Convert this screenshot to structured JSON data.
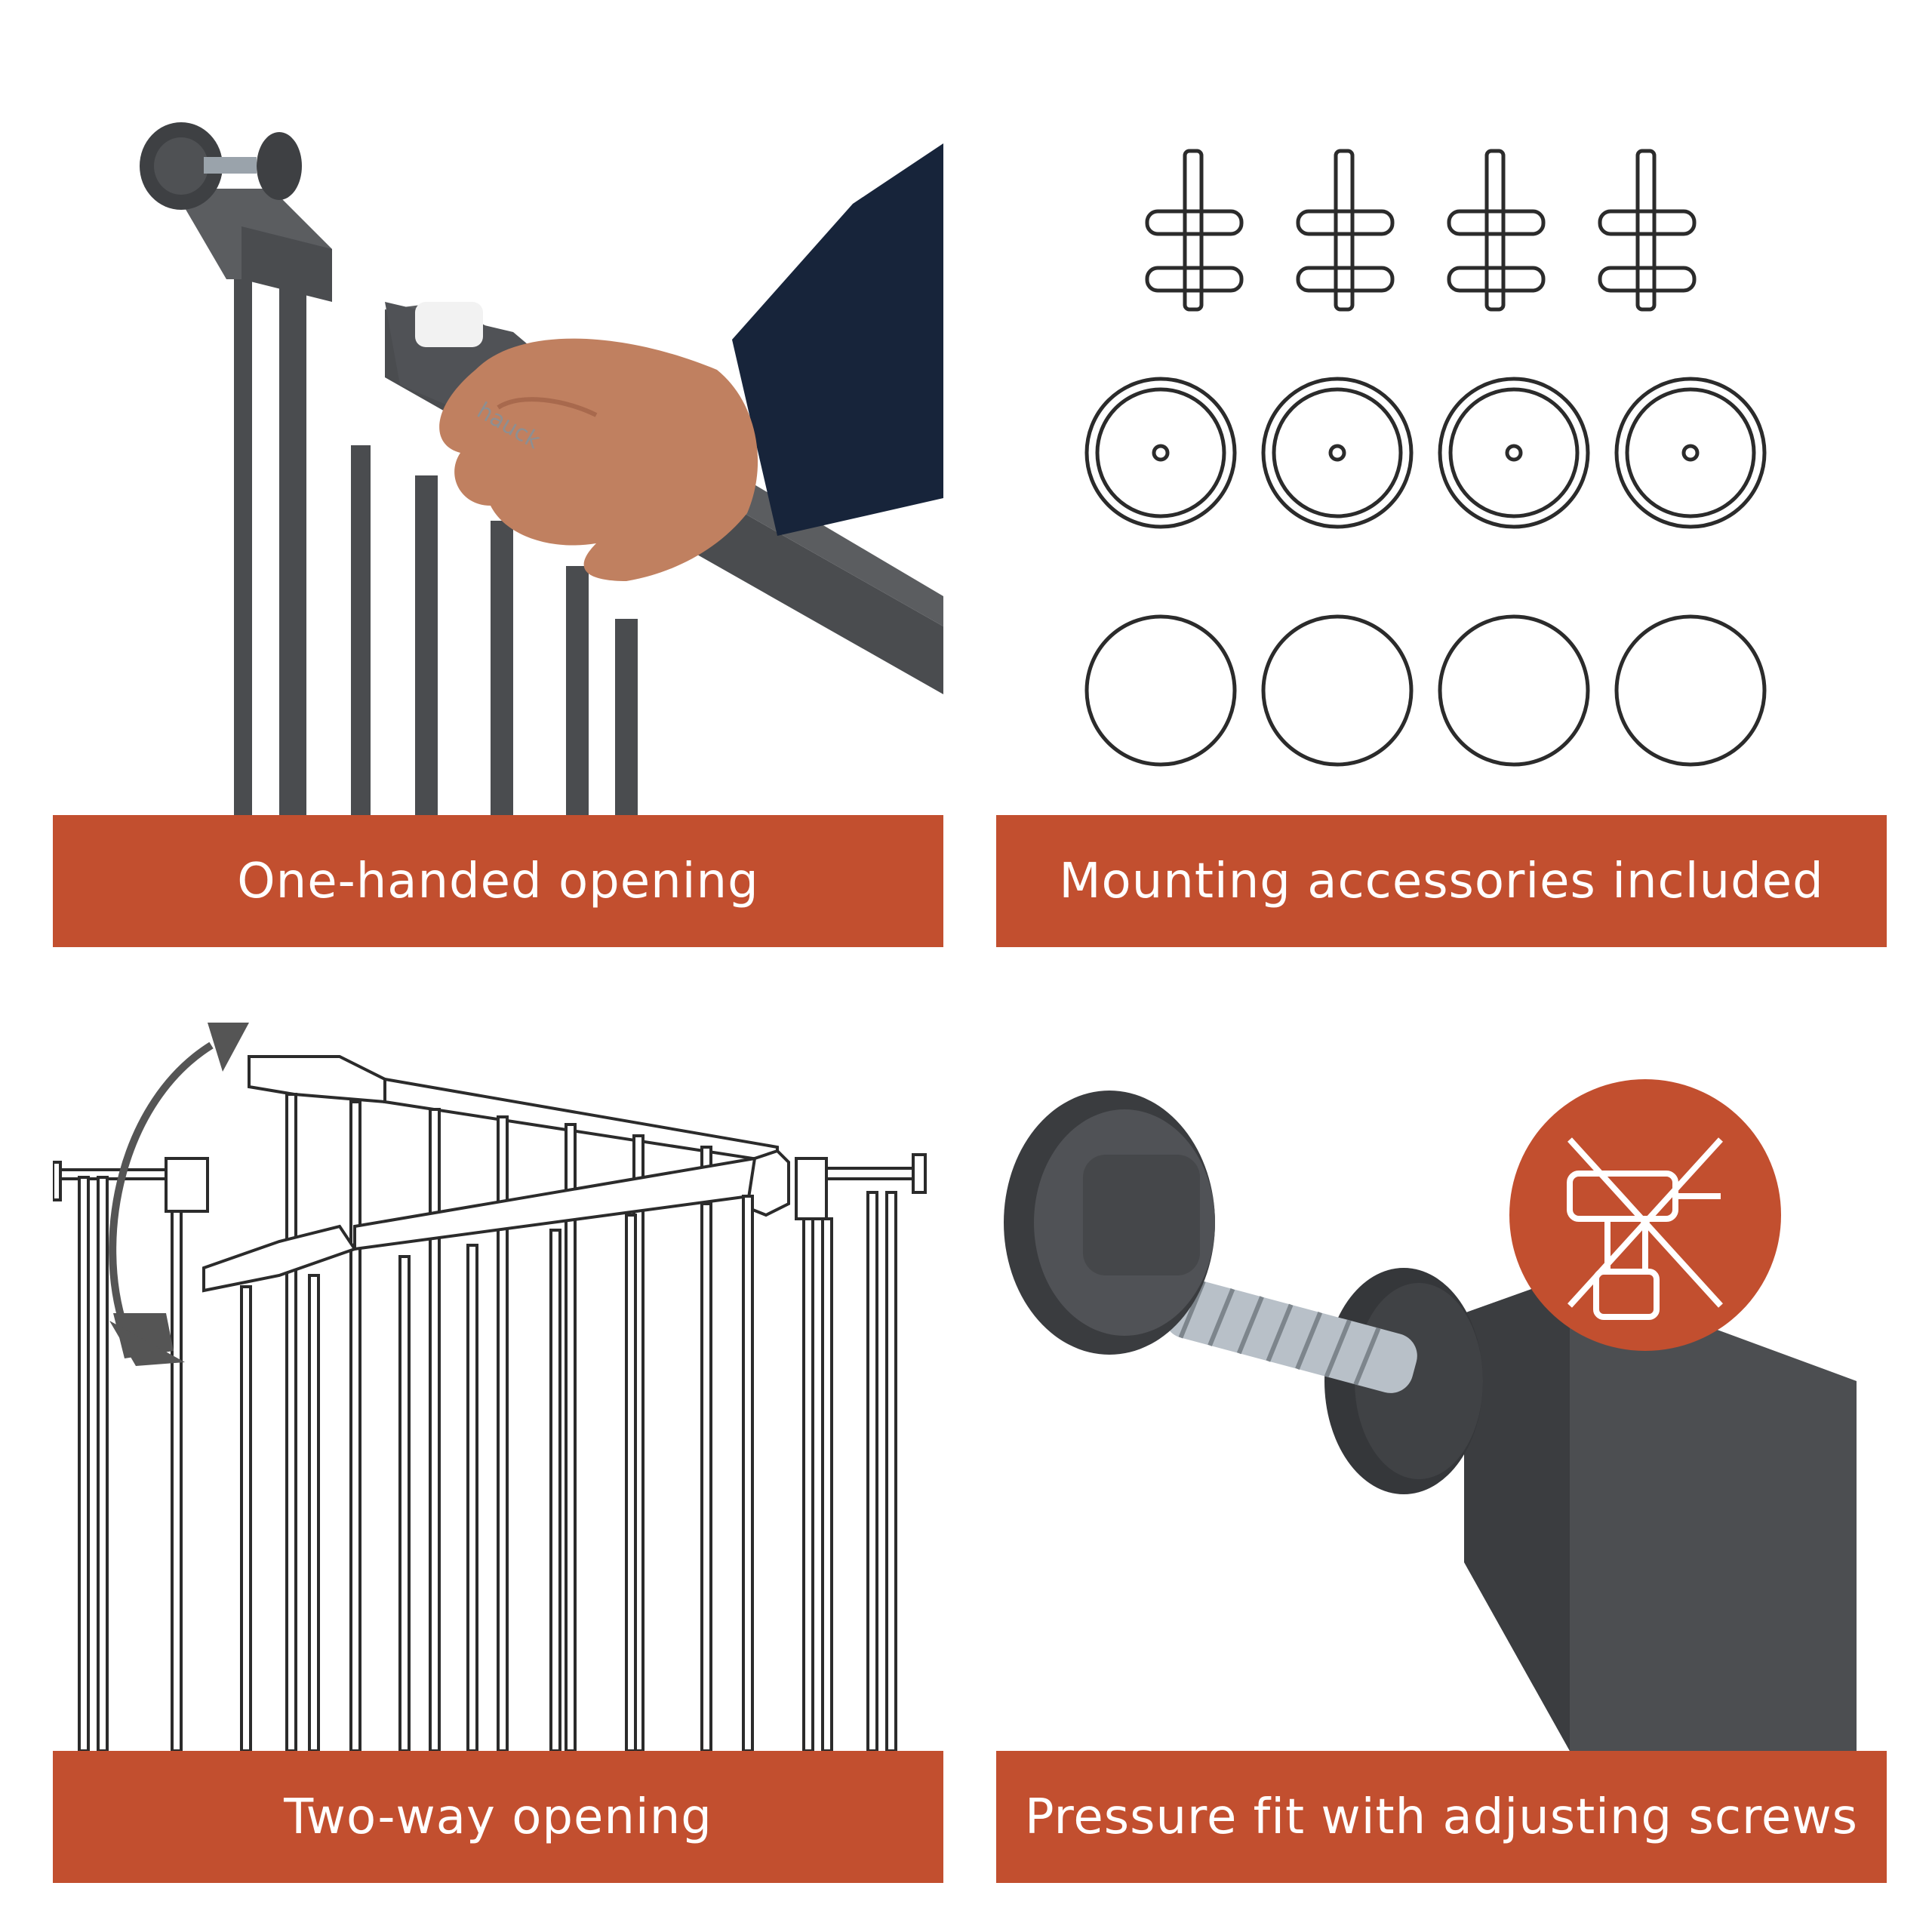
{
  "colors": {
    "banner": "#c24f2f",
    "metal": "#4a4c4f",
    "metal_light": "#5b5d60",
    "sleeve": "#17243a",
    "skin": "#c08060",
    "line": "#2b2b2b",
    "accent": "#c24f2f"
  },
  "panels": [
    {
      "caption": "One-handed opening",
      "icon": "gate-handle-photo"
    },
    {
      "caption": "Mounting accessories included",
      "icon": "mounting-parts-icon"
    },
    {
      "caption": "Two-way opening",
      "icon": "two-way-gate-icon"
    },
    {
      "caption": "Pressure fit with adjusting screws",
      "icon": "pressure-screw-photo"
    }
  ],
  "brand_mark": "hauck",
  "badge": {
    "icon": "no-drill-icon"
  }
}
